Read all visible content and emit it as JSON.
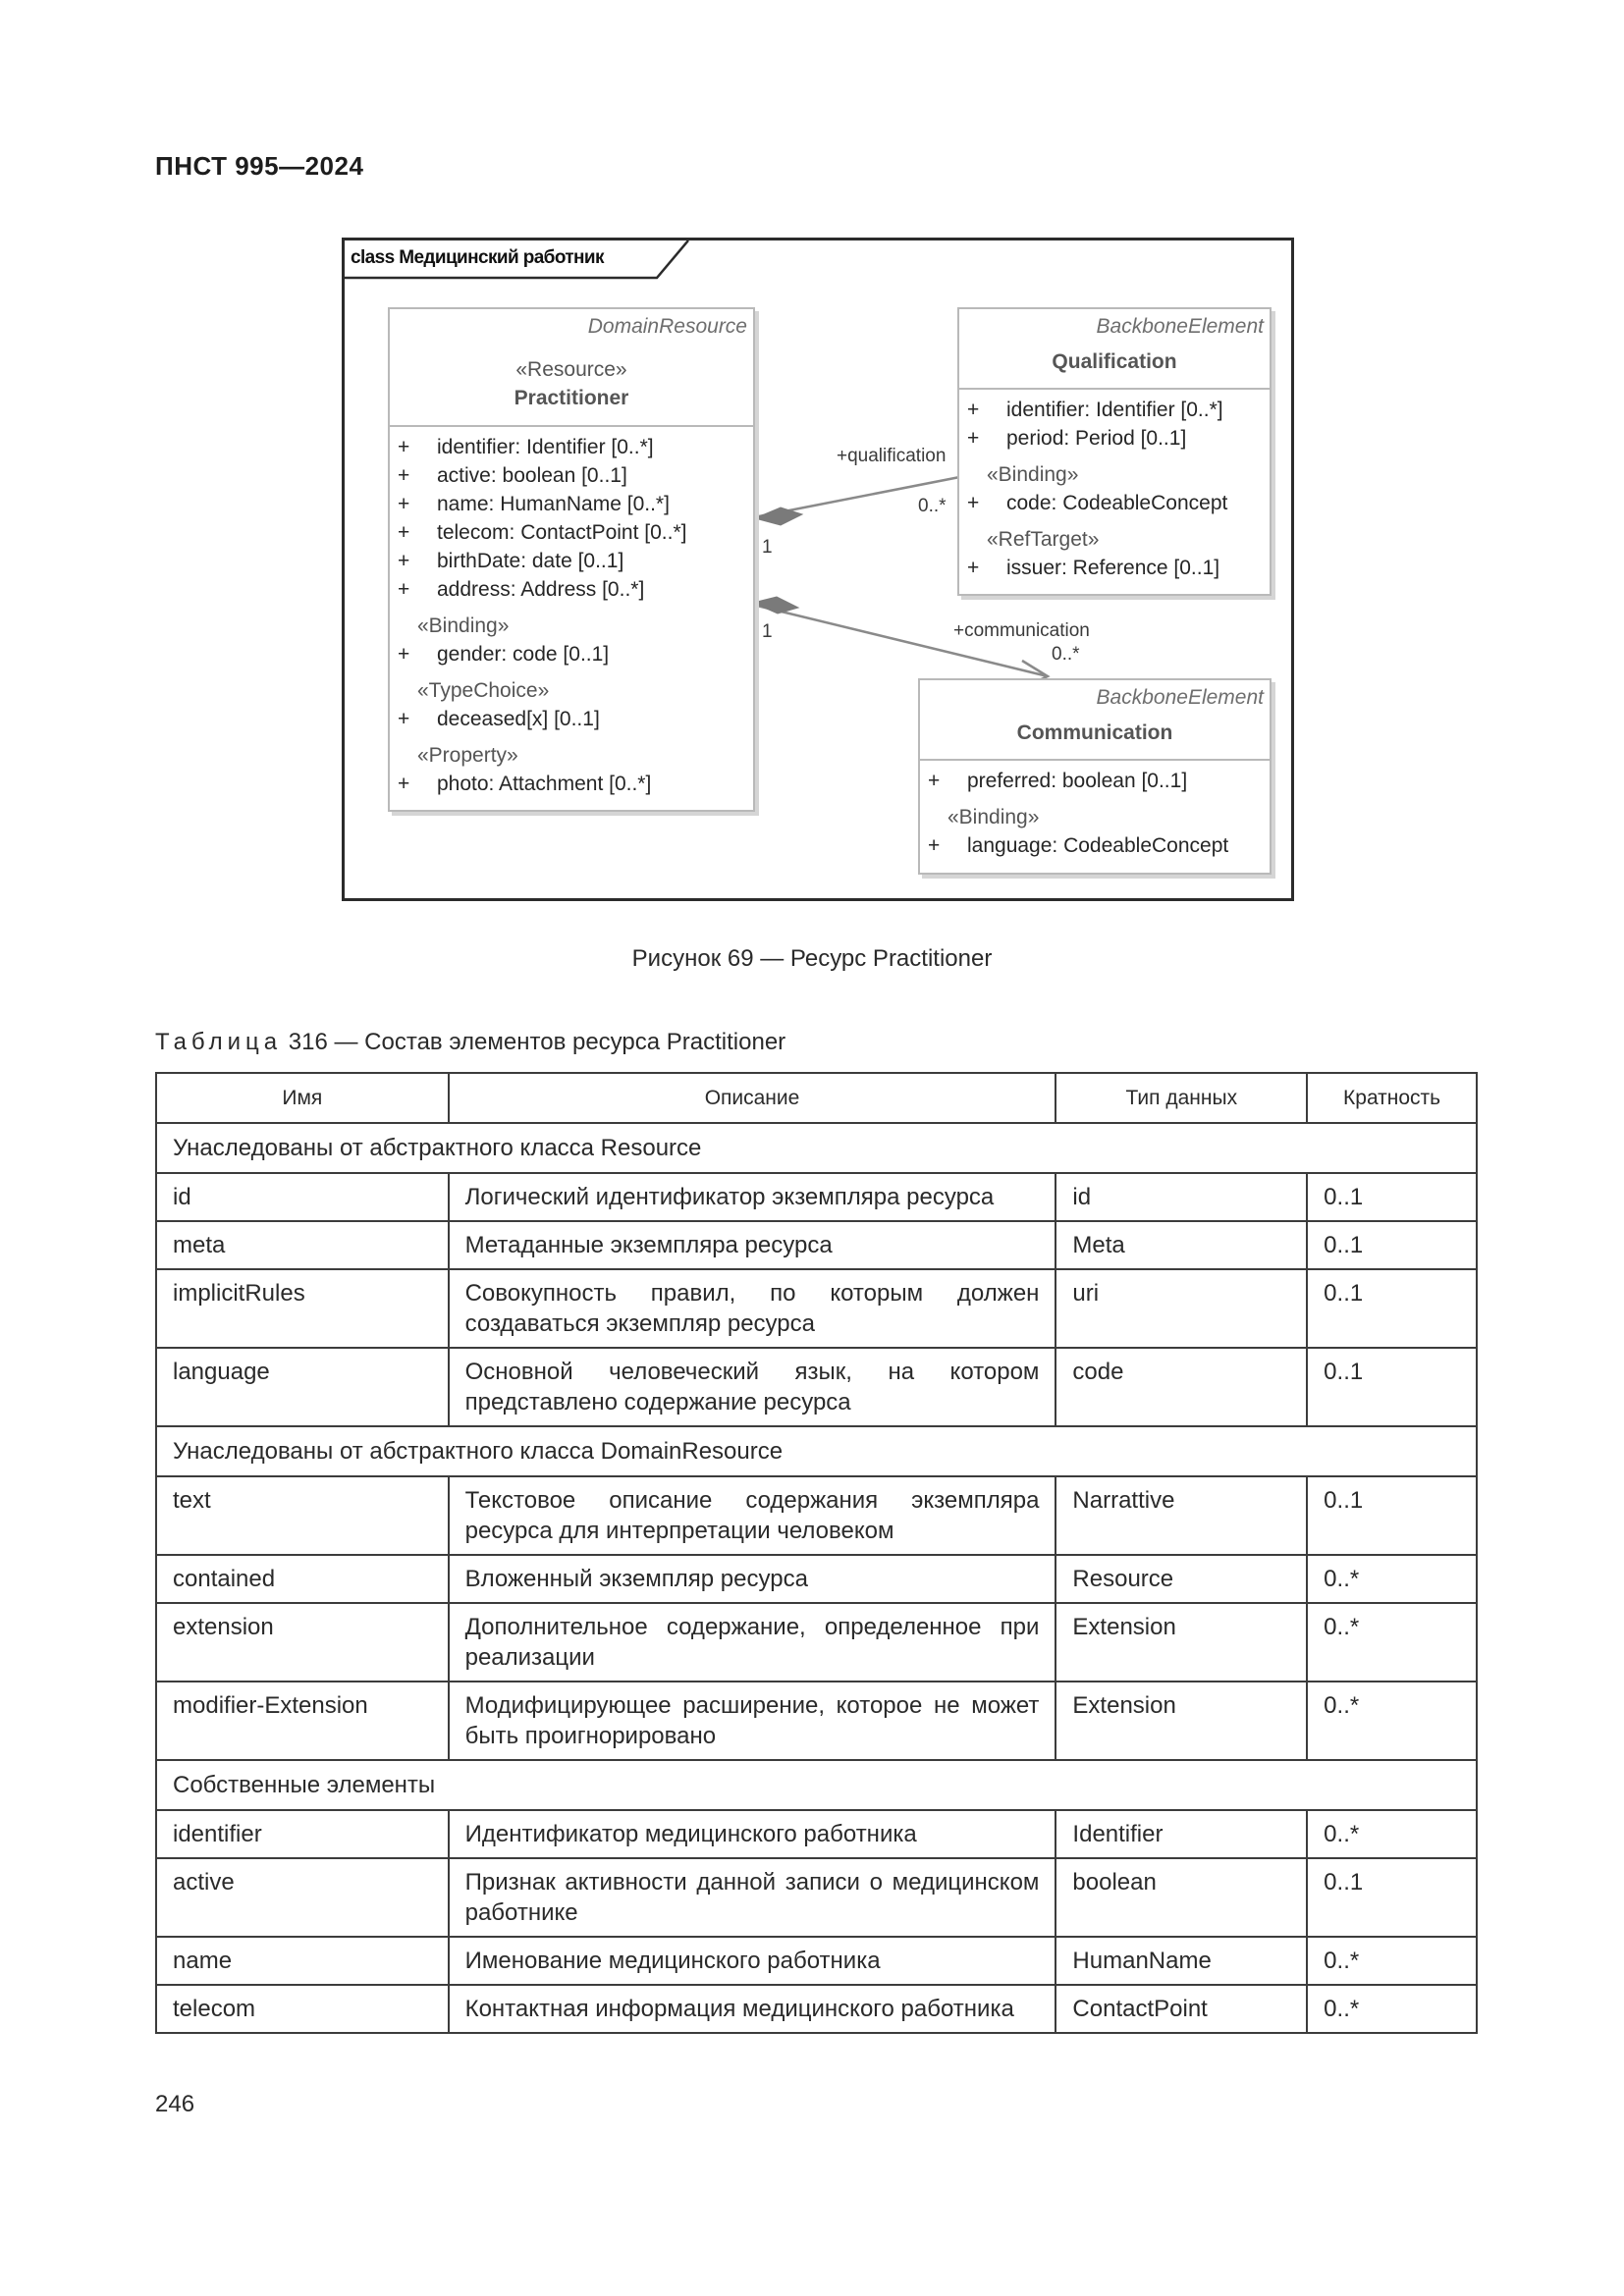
{
  "header": {
    "doc_code": "ПНСТ 995—2024"
  },
  "diagram": {
    "frame_title": "class Медицинский работник",
    "practitioner": {
      "parent": "DomainResource",
      "stereotype": "«Resource»",
      "name": "Practitioner",
      "attrs_main": [
        "identifier: Identifier [0..*]",
        "active: boolean [0..1]",
        "name: HumanName [0..*]",
        "telecom: ContactPoint [0..*]",
        "birthDate: date [0..1]",
        "address: Address [0..*]"
      ],
      "binding_stereo": "«Binding»",
      "attr_gender": "gender: code [0..1]",
      "typechoice_stereo": "«TypeChoice»",
      "attr_deceased": "deceased[x] [0..1]",
      "property_stereo": "«Property»",
      "attr_photo": "photo: Attachment [0..*]"
    },
    "qualification": {
      "parent": "BackboneElement",
      "name": "Qualification",
      "attrs_main": [
        "identifier: Identifier [0..*]",
        "period: Period [0..1]"
      ],
      "binding_stereo": "«Binding»",
      "attr_code": "code: CodeableConcept",
      "reftarget_stereo": "«RefTarget»",
      "attr_issuer": "issuer: Reference [0..1]"
    },
    "communication": {
      "parent": "BackboneElement",
      "name": "Communication",
      "attr_preferred": "preferred: boolean [0..1]",
      "binding_stereo": "«Binding»",
      "attr_language": "language: CodeableConcept"
    },
    "assoc_qualification": {
      "role": "+qualification",
      "mult_target": "0..*",
      "mult_source": "1"
    },
    "assoc_communication": {
      "role": "+communication",
      "mult_target": "0..*",
      "mult_source": "1"
    },
    "plus_sign": "+"
  },
  "figure_caption": "Рисунок 69 — Ресурс Practitioner",
  "table_caption": {
    "word": "Таблица",
    "rest": "316 — Состав элементов ресурса Practitioner"
  },
  "table": {
    "headers": {
      "name": "Имя",
      "description": "Описание",
      "type": "Тип данных",
      "card": "Кратность"
    },
    "section1": "Унаследованы от абстрактного класса Resource",
    "rows1": [
      {
        "name": "id",
        "description": "Логический идентификатор экземпляра ресурса",
        "type": "id",
        "card": "0..1"
      },
      {
        "name": "meta",
        "description": "Метаданные экземпляра ресурса",
        "type": "Meta",
        "card": "0..1"
      },
      {
        "name": "implicitRules",
        "description": "Совокупность правил, по которым должен создаваться экземпляр ресурса",
        "type": "uri",
        "card": "0..1"
      },
      {
        "name": "language",
        "description": "Основной человеческий язык, на котором представлено содержание ресурса",
        "type": "code",
        "card": "0..1"
      }
    ],
    "section2": "Унаследованы от абстрактного класса DomainResource",
    "rows2": [
      {
        "name": "text",
        "description": "Текстовое описание содержания экземпляра ресурса для интерпретации человеком",
        "type": "Narrattive",
        "card": "0..1"
      },
      {
        "name": "contained",
        "description": "Вложенный экземпляр ресурса",
        "type": "Resource",
        "card": "0..*"
      },
      {
        "name": "extension",
        "description": "Дополнительное содержание, определенное при реализации",
        "type": "Extension",
        "card": "0..*"
      },
      {
        "name": "modifier-Extension",
        "description": "Модифицирующее расширение, которое не может быть проигнорировано",
        "type": "Extension",
        "card": "0..*"
      }
    ],
    "section3": "Собственные элементы",
    "rows3": [
      {
        "name": "identifier",
        "description": "Идентификатор медицинского работника",
        "type": "Identifier",
        "card": "0..*"
      },
      {
        "name": "active",
        "description": "Признак активности данной записи о медицинском работнике",
        "type": "boolean",
        "card": "0..1"
      },
      {
        "name": "name",
        "description": "Именование медицинского работника",
        "type": "HumanName",
        "card": "0..*"
      },
      {
        "name": "telecom",
        "description": "Контактная информация медицинского работника",
        "type": "ContactPoint",
        "card": "0..*"
      }
    ]
  },
  "page_number": "246"
}
